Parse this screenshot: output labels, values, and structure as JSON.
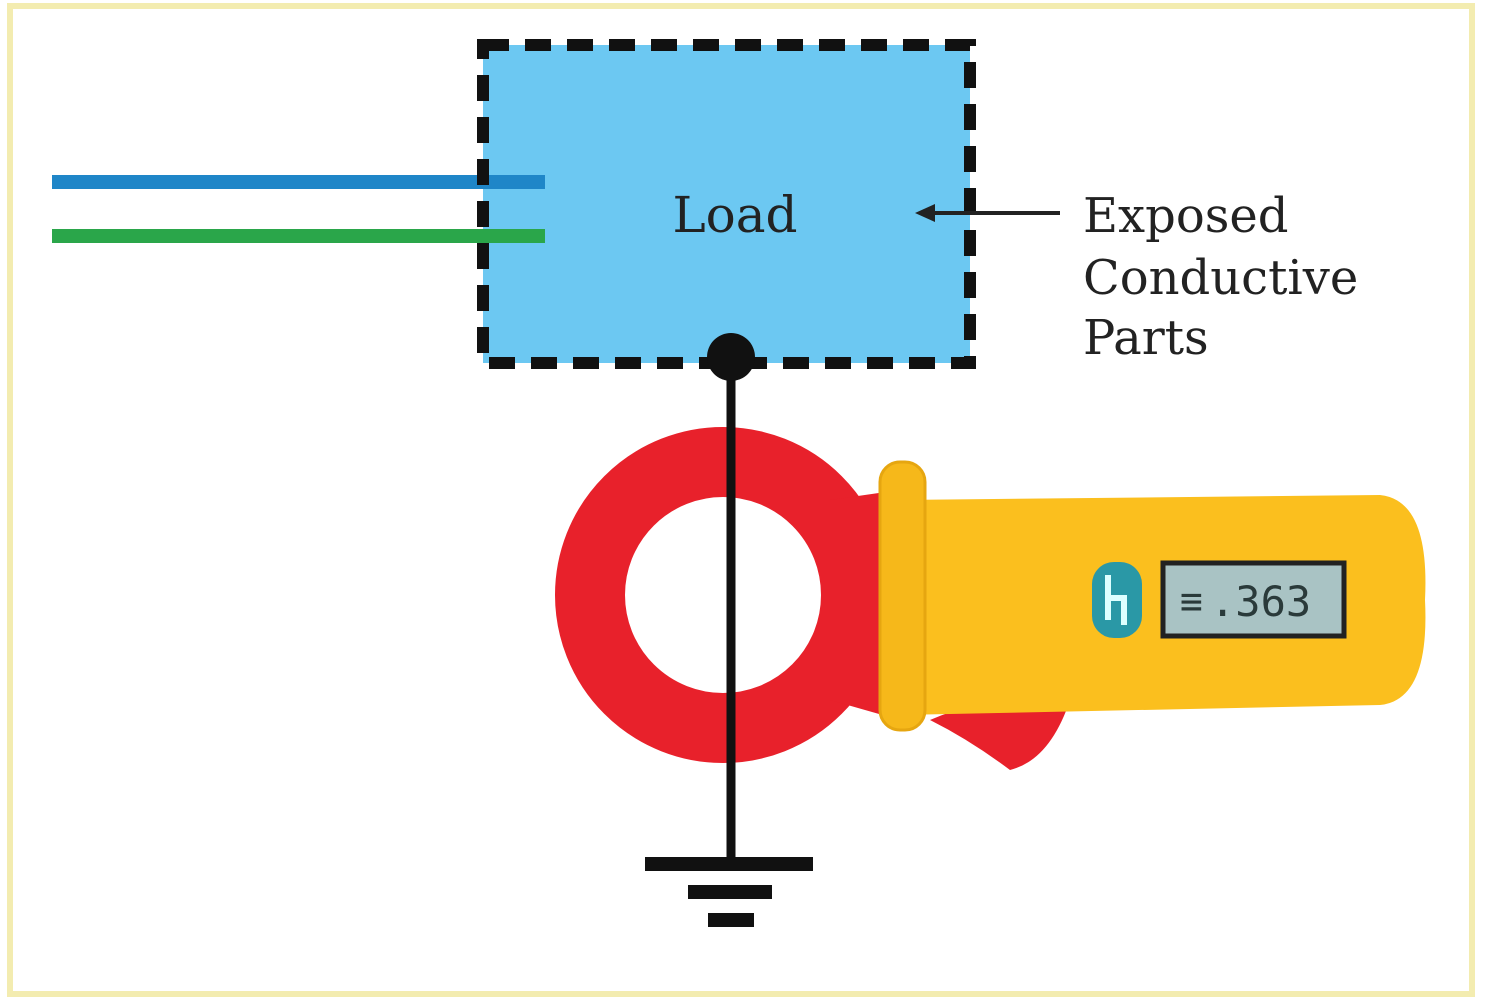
{
  "diagram": {
    "load_label": "Load",
    "annotation": [
      "Exposed",
      "Conductive",
      "Parts"
    ],
    "meter_display": ".363",
    "colors": {
      "border": "#f3ecb0",
      "load_fill": "#6cc8f2",
      "wire_blue": "#1f86c8",
      "wire_green": "#2aa64a",
      "clamp_red": "#e8212b",
      "meter_yellow": "#fbbf1e",
      "lcd": "#a9c3c4",
      "logo": "#2a98a6"
    }
  }
}
